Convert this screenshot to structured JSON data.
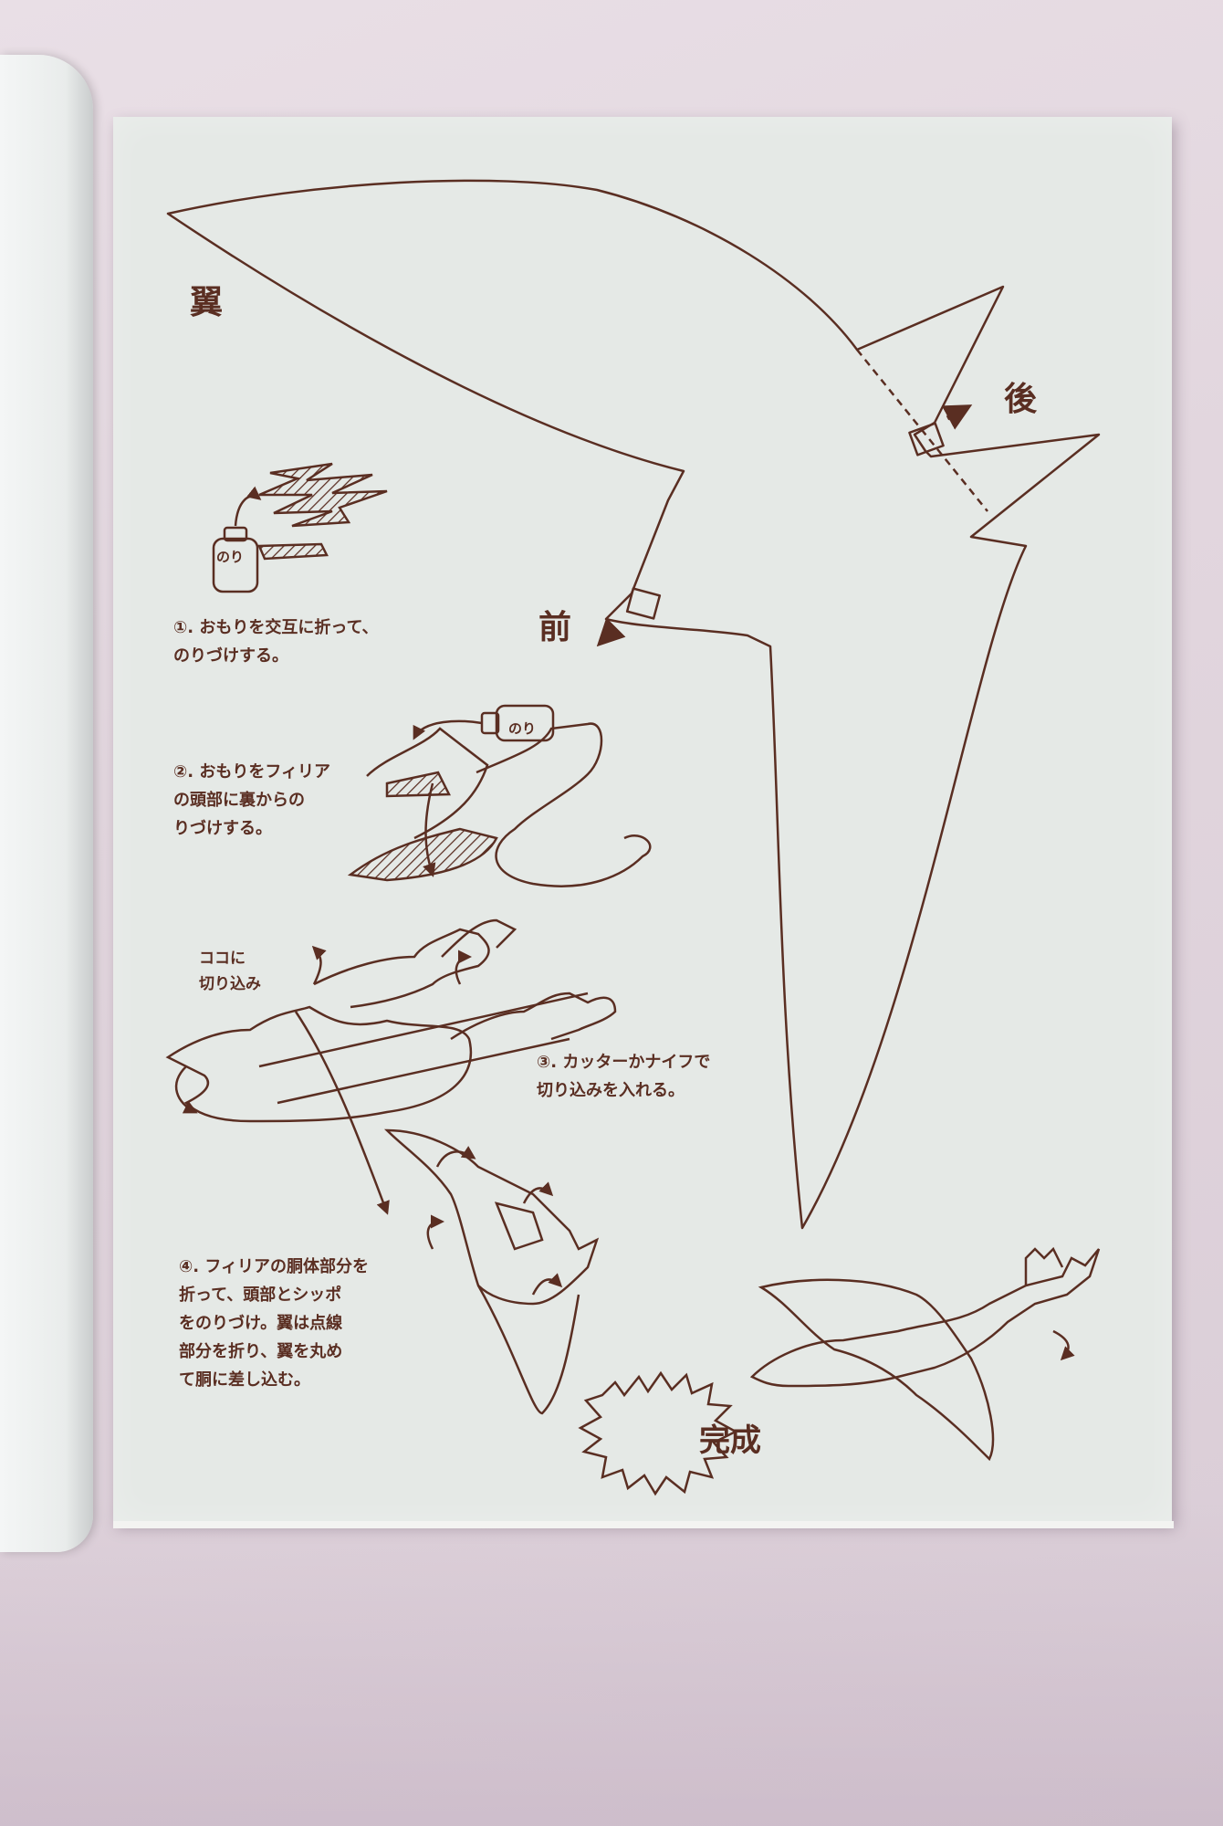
{
  "labels": {
    "wing": "翼",
    "front": "前",
    "back": "後",
    "glue_bottle": "のり",
    "here_cut": "ココに\n切り込み",
    "complete": "完成"
  },
  "steps": [
    {
      "text": "①. おもりを交互に折って、\nのりづけする。"
    },
    {
      "text": "②. おもりをフィリア\nの頭部に裏からの\nりづけする。"
    },
    {
      "text": "③. カッターかナイフで\n切り込みを入れる。"
    },
    {
      "text": "④. フィリアの胴体部分を\n折って、頭部とシッポ\nをのりづけ。翼は点線\n部分を折り、翼を丸め\nて胴に差し込む。"
    }
  ],
  "colors": {
    "ink": "#5a2e22",
    "paper": "#e5e9e6",
    "cloth": "#e2d6de"
  },
  "icons": [
    "glue-bottle-icon",
    "arrow-icon",
    "hatched-weight-icon",
    "burst-badge-icon"
  ]
}
